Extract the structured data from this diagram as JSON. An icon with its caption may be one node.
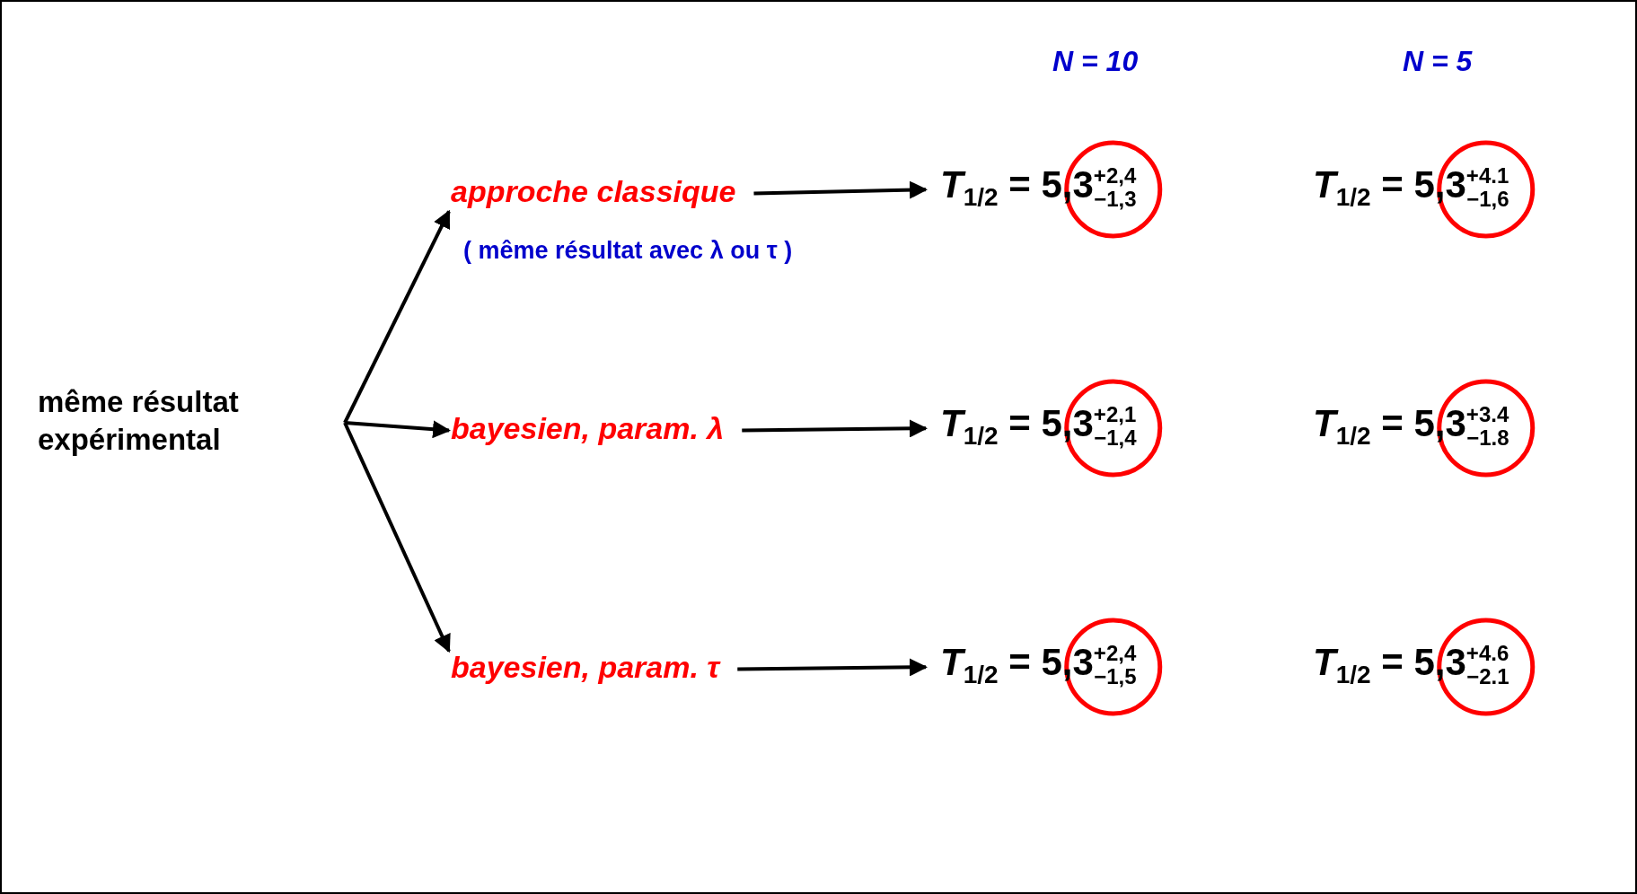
{
  "diagram": {
    "nodes": [
      {
        "text": [
          "même résultat expérimental"
        ]
      },
      {
        "text": [
          "approche classique"
        ],
        "beside": [
          "( même résultat avec λ ou τ )"
        ]
      },
      {
        "text": [
          "bayesien, param. λ"
        ]
      },
      {
        "text": [
          "bayesien, param. τ"
        ]
      },
      {
        "text": [
          "*T*$_{1/2}$ = 5,3$^{+2,4}$$_{−1,3}$"
        ]
      },
      {
        "text": [
          "*T*$_{1/2}$ = 5,3$^{+4.1}$$_{−1,6}$"
        ]
      },
      {
        "text": [
          "*T*$_{1/2}$ = 5,3$^{+2,1}$$_{−1,4}$"
        ]
      },
      {
        "text": [
          "*T*$_{1/2}$ = 5,3$^{+3.4}$$_{−1.8}$"
        ]
      },
      {
        "text": [
          "*T*$_{1/2}$ = 5,3$^{+2,4}$$_{−1,5}$"
        ]
      },
      {
        "text": [
          "*T*$_{1/2}$ = 5,3$^{+4.6}$$_{−2.1}$"
        ]
      }
    ],
    "edges": [
      {
        "from": 0,
        "to": 1,
        "arrow": "to"
      },
      {
        "from": 0,
        "to": 2,
        "arrow": "to"
      },
      {
        "from": 0,
        "to": 3,
        "arrow": "to"
      },
      {
        "from": 1,
        "to": 4,
        "arrow": "to"
      },
      {
        "from": 2,
        "to": 6,
        "arrow": "to"
      },
      {
        "from": 3,
        "to": 8,
        "arrow": "to"
      }
    ],
    "labels": [
      "N = 10",
      "N = 5"
    ]
  }
}
